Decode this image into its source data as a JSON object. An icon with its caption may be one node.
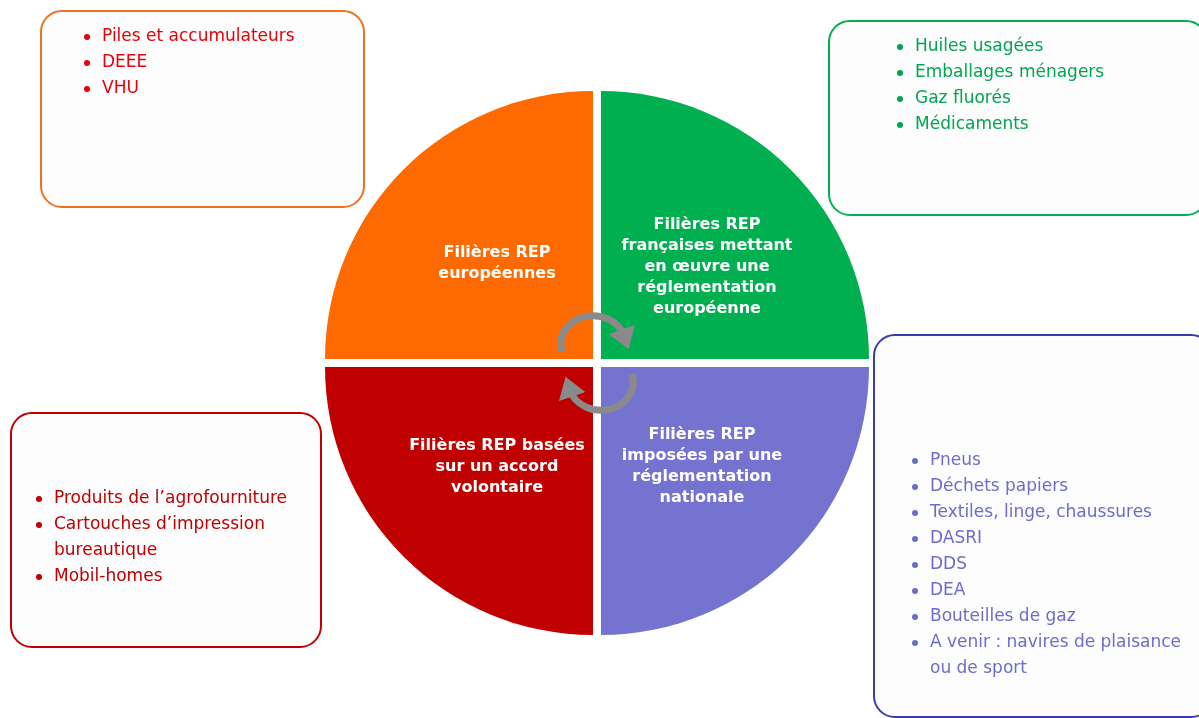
{
  "diagram": {
    "nodes": [
      {
        "text": [
          "Piles et accumulateurs",
          "DEEE",
          "VHU"
        ]
      },
      {
        "text": [
          "Huiles usagées",
          "Emballages ménagers",
          "Gaz fluorés",
          "Médicaments"
        ]
      },
      {
        "text": [
          "Produits de l’agrofourniture",
          "Cartouches d’impression bureautique",
          "Mobil-homes"
        ]
      },
      {
        "text": [
          "Pneus",
          "Déchets papiers",
          "Textiles, linge, chaussures",
          "DASRI",
          "DDS",
          "DEA",
          "Bouteilles de gaz",
          "A venir : navires de plaisance ou de sport"
        ]
      },
      {
        "text": [
          "Filières REP européennes"
        ]
      },
      {
        "text": [
          "Filières REP françaises mettant en œuvre une réglementation européenne"
        ]
      },
      {
        "text": [
          "Filières REP basées sur un accord volontaire"
        ]
      },
      {
        "text": [
          "Filières REP imposées par une réglementation nationale"
        ]
      }
    ],
    "edges": [
      {
        "from": 4,
        "to": 5,
        "arrow": "to"
      },
      {
        "from": 7,
        "to": 6,
        "arrow": "to"
      }
    ]
  }
}
